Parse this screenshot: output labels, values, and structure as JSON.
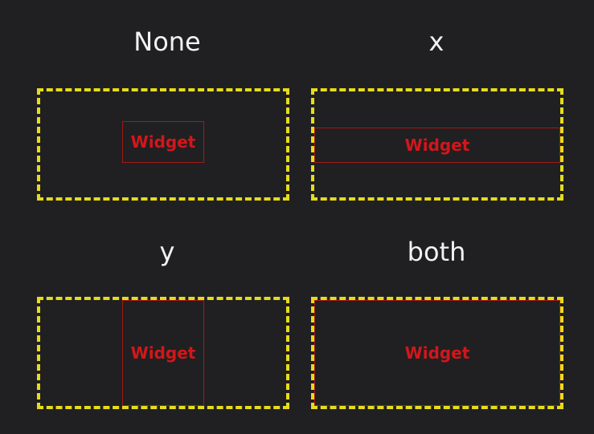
{
  "panels": [
    {
      "title": "None",
      "widget_label": "Widget"
    },
    {
      "title": "x",
      "widget_label": "Widget"
    },
    {
      "title": "y",
      "widget_label": "Widget"
    },
    {
      "title": "both",
      "widget_label": "Widget"
    }
  ],
  "colors": {
    "background": "#202022",
    "frame_dashed": "#e6dc1c",
    "widget_border": "#a41717",
    "widget_text": "#d3161a",
    "title_text": "#f2f2f2"
  }
}
